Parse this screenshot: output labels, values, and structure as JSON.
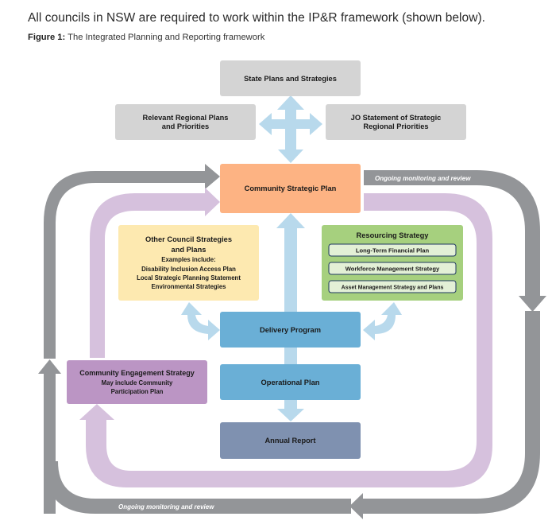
{
  "intro_text": "All councils in NSW are required to work within the IP&R framework (shown below).",
  "caption": {
    "label": "Figure 1:",
    "text": " The Integrated Planning and Reporting framework"
  },
  "colors": {
    "grey_box": "#d4d4d4",
    "grey_loop": "#939598",
    "purple_loop": "#d6c1dd",
    "light_blue_arrow": "#b8d9ec",
    "csp_orange": "#fdb383",
    "blue_box": "#6aafd6",
    "annual_report": "#7f91b0",
    "yellow_box": "#fde9b0",
    "green_box": "#a6d07e",
    "green_sub_box": "#e3f0d6",
    "sub_box_border": "#1f3860",
    "engagement_purple": "#bb95c4"
  },
  "boxes": {
    "state_plans": "State Plans and Strategies",
    "regional_plans": [
      "Relevant Regional Plans",
      "and Priorities"
    ],
    "jo_statement": [
      "JO Statement of Strategic",
      "Regional Priorities"
    ],
    "community_strategic_plan": "Community Strategic Plan",
    "other_council": {
      "title": [
        "Other Council Strategies",
        "and Plans"
      ],
      "lines": [
        "Examples include:",
        "Disability Inclusion Access Plan",
        "Local Strategic Planning Statement",
        "Environmental Strategies"
      ]
    },
    "resourcing": {
      "title": "Resourcing Strategy",
      "items": [
        "Long-Term Financial Plan",
        "Workforce Management Strategy",
        "Asset Management Strategy and Plans"
      ]
    },
    "delivery_program": "Delivery Program",
    "operational_plan": "Operational Plan",
    "annual_report": "Annual Report",
    "engagement": {
      "title": "Community Engagement Strategy",
      "lines": [
        "May include Community",
        "Participation Plan"
      ]
    }
  },
  "loop_labels": {
    "top": "Ongoing monitoring and review",
    "bottom": "Ongoing monitoring and review"
  }
}
